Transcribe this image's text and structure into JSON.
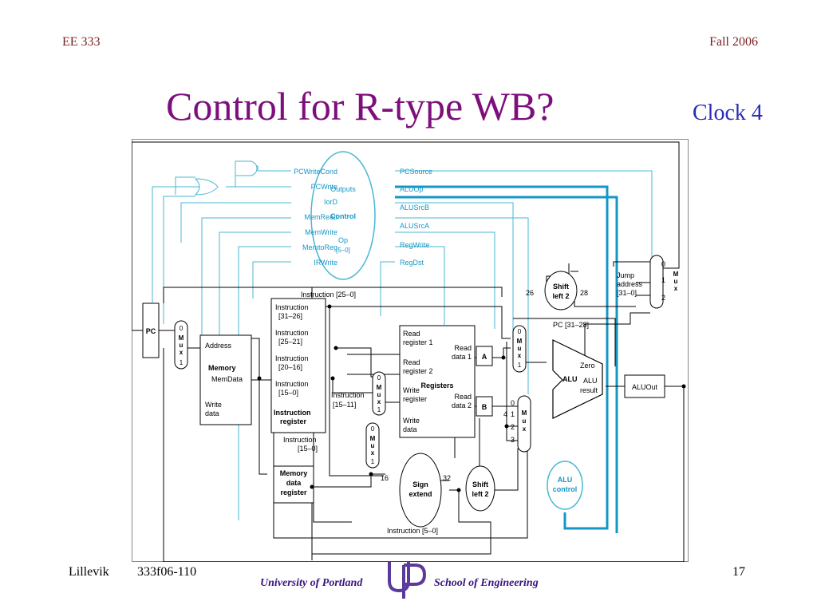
{
  "header": {
    "course": "EE 333",
    "term": "Fall 2006"
  },
  "title": "Control for R-type WB?",
  "subtitle": "Clock 4",
  "footer": {
    "author": "Lillevik",
    "code": "333f06-110",
    "page": "17",
    "university": "University of Portland",
    "school": "School of Engineering"
  },
  "colors": {
    "title": "#7d0f7d",
    "subtitle": "#2a2ab8",
    "control": "#49b7d3",
    "highlight": "#1497c7",
    "header": "#7a1f1f"
  },
  "diagram": {
    "control_unit": {
      "top": "Outputs",
      "mid": "Control",
      "op": "Op",
      "op_bits": "[5–0]"
    },
    "control_left": [
      "PCWriteCond",
      "PCWrite",
      "IorD",
      "MemRead",
      "MemWrite",
      "MemtoReg",
      "IRWrite"
    ],
    "control_right": [
      "PCSource",
      "ALUOp",
      "ALUSrcB",
      "ALUSrcA",
      "RegWrite",
      "RegDst"
    ],
    "pc": "PC",
    "mux_letters": [
      "M",
      "u",
      "x"
    ],
    "mux1": [
      "0",
      "1"
    ],
    "memory": {
      "address": "Address",
      "name": "Memory",
      "memdata": "MemData",
      "write": "Write",
      "data": "data"
    },
    "instruction_register": {
      "f1": [
        "Instruction",
        "[31–26]"
      ],
      "f2": [
        "Instruction",
        "[25–21]"
      ],
      "f3": [
        "Instruction",
        "[20–16]"
      ],
      "f4": [
        "Instruction",
        "[15–0]"
      ],
      "name": [
        "Instruction",
        "register"
      ]
    },
    "instr_25_0": "Instruction [25–0]",
    "instr_15_11": [
      "Instruction",
      "[15–11]"
    ],
    "instr_15_0": [
      "Instruction",
      "[15–0]"
    ],
    "instr_5_0": "Instruction [5–0]",
    "mdr": [
      "Memory",
      "data",
      "register"
    ],
    "registers": {
      "rr1": [
        "Read",
        "register 1"
      ],
      "rr2": [
        "Read",
        "register 2"
      ],
      "wr": [
        "Write",
        "register"
      ],
      "wd": [
        "Write",
        "data"
      ],
      "rd1": [
        "Read",
        "data 1"
      ],
      "rd2": [
        "Read",
        "data 2"
      ],
      "name": "Registers"
    },
    "reg_a": "A",
    "reg_b": "B",
    "shift_top": [
      "Shift",
      "left 2"
    ],
    "shift_bottom": [
      "Shift",
      "left 2"
    ],
    "sign_extend": [
      "Sign",
      "extend"
    ],
    "alu": {
      "zero": "Zero",
      "name": "ALU",
      "result": [
        "ALU",
        "result"
      ]
    },
    "aluout": "ALUOut",
    "alu_control": [
      "ALU",
      "control"
    ],
    "jump_address": [
      "Jump",
      "address",
      "[31–0]"
    ],
    "pc_31_28": "PC [31–28]",
    "bits": {
      "b26": "26",
      "b28": "28",
      "b16": "16",
      "b32": "32",
      "b4": "4"
    },
    "mux_pcsrc": [
      "0",
      "1",
      "2"
    ],
    "mux_alub": [
      "0",
      "1",
      "2",
      "3"
    ]
  }
}
